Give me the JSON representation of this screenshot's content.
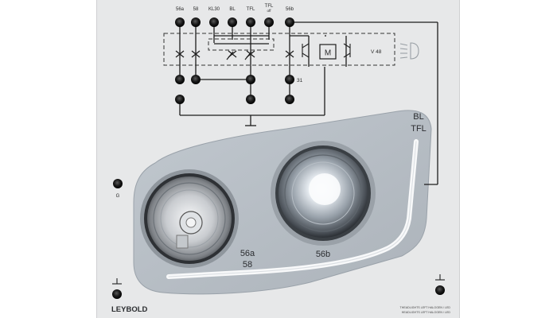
{
  "terminals_top": {
    "t56a": "56a",
    "t58": "58",
    "tkl30": "KL30",
    "tbl": "BL",
    "ttfl": "TFL",
    "ttfl_off_line1": "TFL",
    "ttfl_off_line2": "off",
    "t56b": "56b"
  },
  "schematic": {
    "motor_label": "M",
    "module_label": "V 48",
    "terminal_31": "31"
  },
  "labels": {
    "bl": "BL",
    "tfl": "TFL",
    "left_lamp_line1": "56a",
    "left_lamp_line2": "58",
    "right_lamp": "56b",
    "ground_left": "G",
    "brand": "LEYBOLD",
    "product_line1": "THEADLIGHTS LEFT HALOGEN / LED",
    "product_line2": "HEADLIGHTS LEFT HALOGEN / LED"
  },
  "colors": {
    "panel": "#e7e8e9",
    "shape": "#b9c0c7",
    "wire": "#1d1d1d",
    "jack": "#181818"
  }
}
